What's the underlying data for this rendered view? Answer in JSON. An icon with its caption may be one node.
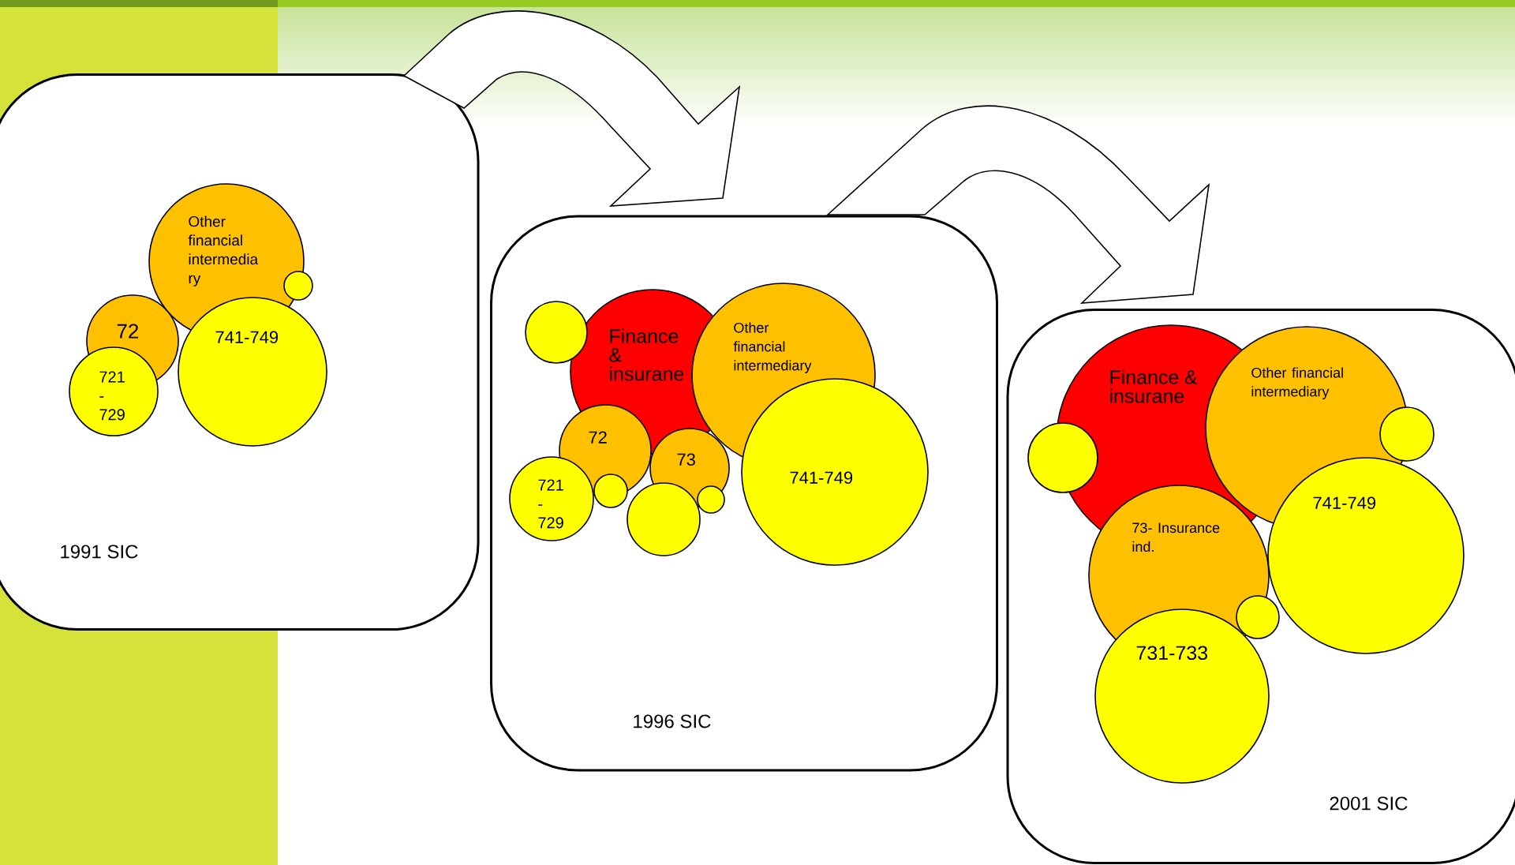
{
  "diagram": {
    "nodes": [
      {
        "text": [
          "1991 SIC"
        ]
      },
      {
        "text": [
          "Other financial intermedia ry"
        ],
        "in": 0
      },
      {
        "text": [],
        "shape": "circle",
        "in": 0
      },
      {
        "text": [
          "72"
        ],
        "in": 0
      },
      {
        "text": [
          "721 - 729"
        ],
        "in": 0
      },
      {
        "text": [
          "741-749"
        ],
        "in": 0
      },
      {
        "text": [
          "1996 SIC"
        ]
      },
      {
        "text": [],
        "shape": "circle",
        "in": 6
      },
      {
        "text": [
          "Finance & insurane"
        ],
        "in": 6
      },
      {
        "text": [
          "Other financial intermediary"
        ],
        "in": 6
      },
      {
        "text": [
          "741-749"
        ],
        "in": 6
      },
      {
        "text": [
          "72"
        ],
        "in": 6
      },
      {
        "text": [
          "73"
        ],
        "in": 6
      },
      {
        "text": [
          "721 - 729"
        ],
        "in": 6
      },
      {
        "text": [],
        "shape": "circle",
        "in": 6
      },
      {
        "text": [],
        "shape": "circle",
        "in": 6
      },
      {
        "text": [],
        "shape": "circle",
        "in": 6
      },
      {
        "text": [
          "2001 SIC"
        ]
      },
      {
        "text": [
          "Finance & insurane"
        ],
        "in": 17
      },
      {
        "text": [
          "Other financial intermediary"
        ],
        "in": 17
      },
      {
        "text": [],
        "shape": "circle",
        "in": 17
      },
      {
        "text": [],
        "shape": "circle",
        "in": 17
      },
      {
        "text": [
          "73- Insurance ind."
        ],
        "in": 17
      },
      {
        "text": [
          "741-749"
        ],
        "in": 17
      },
      {
        "text": [],
        "shape": "circle",
        "in": 17
      },
      {
        "text": [
          "731-733"
        ],
        "in": 17
      }
    ],
    "edges": [
      {
        "from": 0,
        "to": 6,
        "arrow": "to"
      },
      {
        "from": 6,
        "to": 17,
        "arrow": "to"
      }
    ]
  }
}
